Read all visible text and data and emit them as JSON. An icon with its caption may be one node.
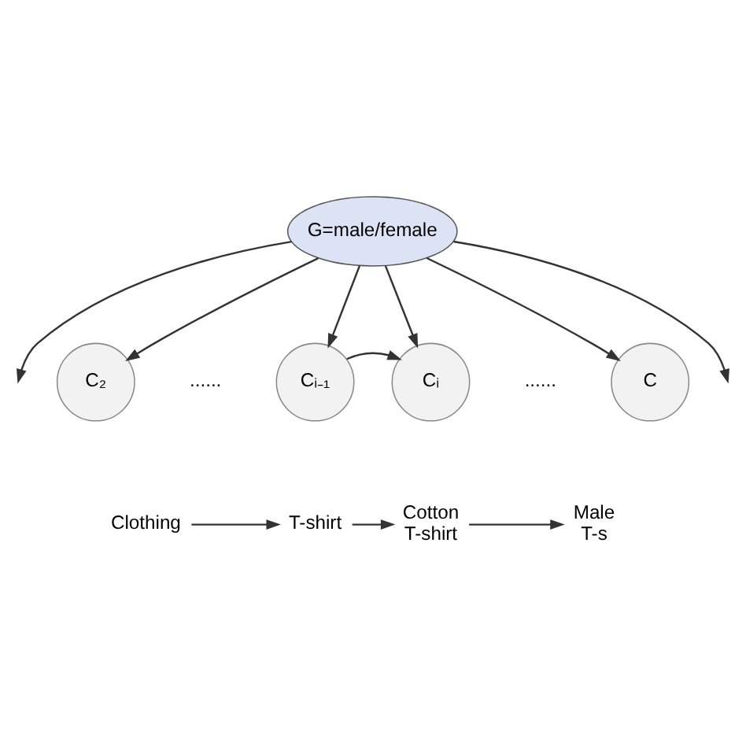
{
  "diagram": {
    "nodes": [
      {
        "text": [
          "G=male/female"
        ]
      },
      {
        "text": [
          "C₂"
        ]
      },
      {
        "text": [
          "Cᵢ₋₁"
        ]
      },
      {
        "text": [
          "Cᵢ"
        ]
      },
      {
        "text": [
          "C"
        ]
      },
      {
        "text": [
          "Clothing"
        ]
      },
      {
        "text": [
          "T-shirt"
        ]
      },
      {
        "text": [
          "Cotton T-shirt"
        ]
      },
      {
        "text": [
          "Male T-s"
        ]
      }
    ],
    "edges": [
      {
        "from": 0,
        "to": null,
        "arrow": "to"
      },
      {
        "from": 0,
        "to": 1,
        "arrow": "to"
      },
      {
        "from": 0,
        "to": 2,
        "arrow": "to"
      },
      {
        "from": 0,
        "to": 3,
        "arrow": "to"
      },
      {
        "from": 0,
        "to": 4,
        "arrow": "to"
      },
      {
        "from": 0,
        "to": null,
        "arrow": "to"
      },
      {
        "from": 2,
        "to": 3,
        "arrow": "to"
      },
      {
        "from": 5,
        "to": 6,
        "arrow": "to"
      },
      {
        "from": 6,
        "to": 7,
        "arrow": "to"
      },
      {
        "from": 7,
        "to": 8,
        "arrow": "to"
      }
    ],
    "labels": [
      "......",
      "......"
    ]
  }
}
